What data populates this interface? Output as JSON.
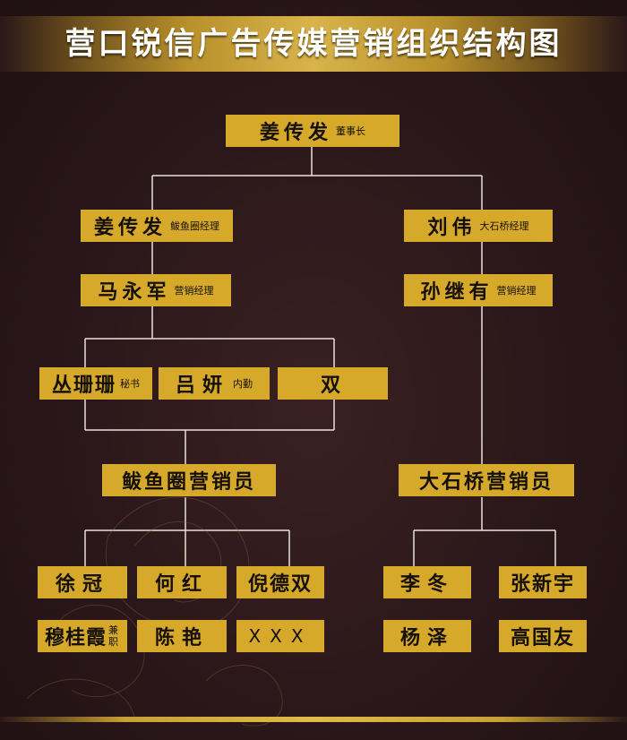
{
  "title": "营口锐信广告传媒营销组织结构图",
  "chairman": {
    "name": "姜传发",
    "role": "董事长"
  },
  "left_branch": {
    "manager": {
      "name": "姜传发",
      "role": "鲅鱼圈经理"
    },
    "sales_manager": {
      "name": "马永军",
      "role": "营销经理"
    },
    "staff": [
      {
        "name": "丛珊珊",
        "role": "秘书"
      },
      {
        "name": "吕妍",
        "role": "内勤"
      },
      {
        "name": "双",
        "role": ""
      }
    ],
    "team": "鲅鱼圈营销员",
    "members_row1": [
      "徐冠",
      "何红",
      "倪德双"
    ],
    "members_row2": [
      {
        "name": "穆桂霞",
        "role": "兼职"
      },
      {
        "name": "陈艳",
        "role": ""
      },
      {
        "name": "XXX",
        "role": ""
      }
    ]
  },
  "right_branch": {
    "manager": {
      "name": "刘伟",
      "role": "大石桥经理"
    },
    "sales_manager": {
      "name": "孙继有",
      "role": "营销经理"
    },
    "team": "大石桥营销员",
    "members_row1": [
      "李冬",
      "张新宇"
    ],
    "members_row2": [
      "杨泽",
      "高国友"
    ]
  },
  "colors": {
    "background": "#2a1719",
    "box": "#d6a92a",
    "line": "#e9e2d6",
    "text": "#15100c"
  }
}
